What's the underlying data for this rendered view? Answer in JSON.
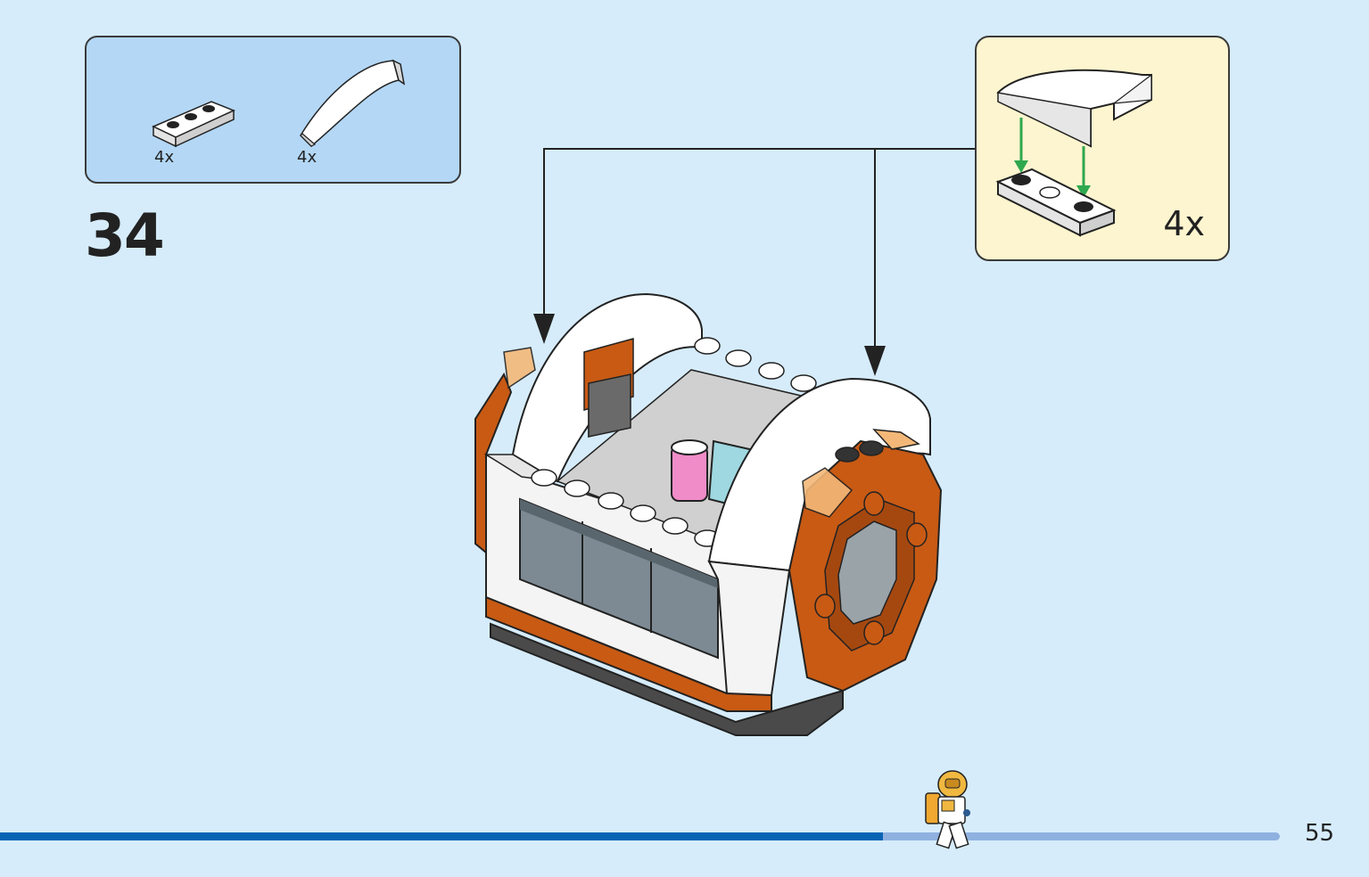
{
  "parts_list": {
    "items": [
      {
        "name": "plate-1x3-white",
        "qty": "4x"
      },
      {
        "name": "curved-slope-white",
        "qty": "4x"
      }
    ]
  },
  "step": {
    "number": "34"
  },
  "subassembly": {
    "qty": "4x"
  },
  "page": {
    "number": "55"
  },
  "colors": {
    "background": "#d6ecfb",
    "parts_box": "#b3d7f5",
    "subassembly_box": "#fdf5cf",
    "progress_done": "#0a64b4",
    "progress_remaining": "#8fb1e0",
    "arrow_green": "#2fa84f",
    "brick_orange": "#c85a14"
  },
  "progress": {
    "fraction": 0.69
  }
}
